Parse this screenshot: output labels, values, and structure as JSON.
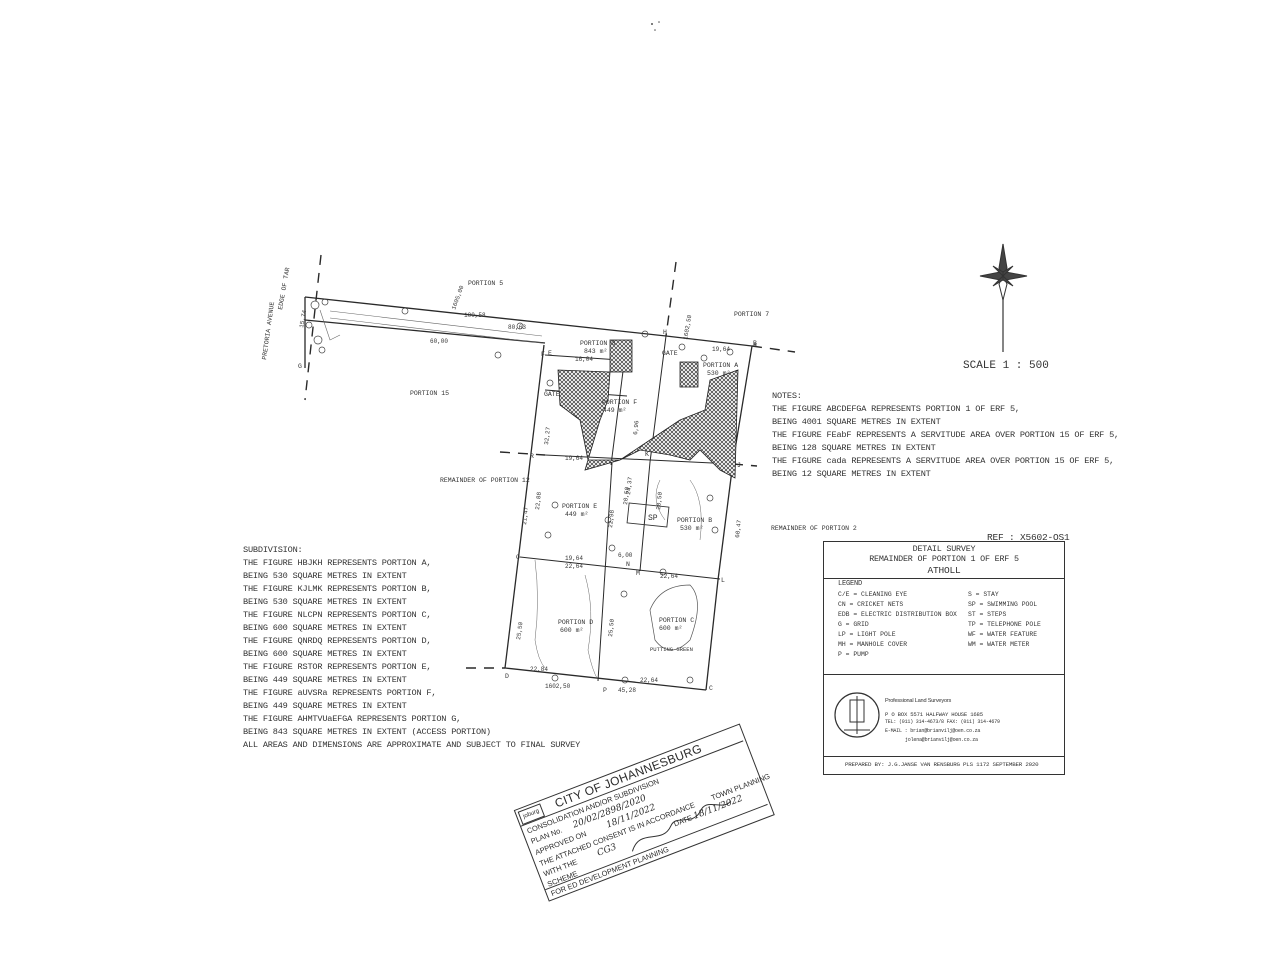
{
  "map": {
    "scale": "SCALE  1 : 500",
    "ref": "REF : X5602-OS1",
    "labels": {
      "portion5": "PORTION 5",
      "portion7": "PORTION 7",
      "portion15": "PORTION 15",
      "remainder12": "REMAINDER OF PORTION 12",
      "remainder2": "REMAINDER OF PORTION 2",
      "pretoria_avenue": "PRETORIA AVENUE",
      "edge_of_tar": "EDGE OF TAR",
      "portion_a": "PORTION A",
      "portion_a_area": "530 m²",
      "portion_b": "PORTION B",
      "portion_b_area": "530 m²",
      "portion_c": "PORTION C",
      "portion_c_area": "600 m²",
      "portion_d": "PORTION D",
      "portion_d_area": "600 m²",
      "portion_e": "PORTION E",
      "portion_e_area": "449 m²",
      "portion_f": "PORTION F",
      "portion_f_area": "449 m²",
      "portion_g": "PORTION G",
      "portion_g_area": "843 m²",
      "sp": "SP",
      "gate": "GATE",
      "putting_green": "PUTTING GREEN"
    },
    "dimensions": [
      "1605,00",
      "100,58",
      "80,63",
      "60,00",
      "1602,50",
      "19,64",
      "16,04",
      "19,64",
      "22,64",
      "19,64",
      "22,64",
      "22,84",
      "22,64",
      "6,00",
      "45,28",
      "1602,50",
      "25,50",
      "25,50",
      "22,88",
      "20,50",
      "20,50",
      "21,47",
      "22,98",
      "32,27",
      "24,37",
      "15,74",
      "60,47",
      "6,96"
    ],
    "points": [
      "A",
      "B",
      "C",
      "D",
      "E",
      "F",
      "G",
      "H",
      "J",
      "K",
      "L",
      "M",
      "N",
      "O",
      "P",
      "R"
    ]
  },
  "notes": {
    "heading": "NOTES:",
    "lines": [
      "THE FIGURE ABCDEFGA REPRESENTS PORTION 1 OF ERF 5,",
      "BEING 4001 SQUARE METRES IN EXTENT",
      "THE FIGURE FEabF REPRESENTS A SERVITUDE AREA OVER PORTION 15 OF ERF 5,",
      "BEING 128 SQUARE METRES IN EXTENT",
      "THE FIGURE cada REPRESENTS A SERVITUDE AREA OVER PORTION 15 OF ERF 5,",
      "BEING 12 SQUARE METRES IN EXTENT"
    ]
  },
  "subdivision": {
    "heading": "SUBDIVISION:",
    "lines": [
      "THE FIGURE HBJKH REPRESENTS PORTION A,",
      "BEING 530 SQUARE METRES IN EXTENT",
      "THE FIGURE KJLMK REPRESENTS PORTION B,",
      "BEING 530 SQUARE METRES IN EXTENT",
      "THE FIGURE NLCPN REPRESENTS PORTION C,",
      "BEING 600 SQUARE METRES IN EXTENT",
      "THE FIGURE QNRDQ REPRESENTS PORTION D,",
      "BEING 600 SQUARE METRES IN EXTENT",
      "THE FIGURE RSTOR REPRESENTS PORTION E,",
      "BEING 449 SQUARE METRES IN EXTENT",
      "THE FIGURE aUVSRa REPRESENTS PORTION F,",
      "BEING 449 SQUARE METRES IN EXTENT",
      "THE FIGURE AHMTVUaEFGA REPRESENTS PORTION G,",
      "BEING 843 SQUARE METRES IN EXTENT (ACCESS PORTION)",
      "ALL AREAS AND DIMENSIONS ARE APPROXIMATE AND SUBJECT TO FINAL SURVEY"
    ]
  },
  "title_block": {
    "line1": "DETAIL SURVEY",
    "line2": "REMAINDER OF PORTION 1 OF ERF 5",
    "line3": "ATHOLL",
    "legend_heading": "LEGEND",
    "legend_left": [
      "C/E = CLEANING EYE",
      "CN = CRICKET NETS",
      "EDB = ELECTRIC DISTRIBUTION BOX",
      "G = GRID",
      "LP = LIGHT POLE",
      "MH = MANHOLE COVER",
      "P = PUMP"
    ],
    "legend_right": [
      "S = STAY",
      "SP = SWIMMING POOL",
      "ST = STEPS",
      "TP = TELEPHONE POLE",
      "WF = WATER FEATURE",
      "WM = WATER METER"
    ],
    "firm_lines": [
      "Professional Land Surveyors",
      "P O BOX 5571   HALFWAY HOUSE   1685",
      "TEL: (011) 314-4673/8 FAX: (011) 314-4679",
      "E-MAIL : brian@brianvilj@oen.co.za",
      "jolena@brianvilj@oen.co.za"
    ],
    "prepared_by": "PREPARED BY: J.G.JANSE VAN RENSBURG  PLS 1172    SEPTEMBER  2020"
  },
  "stamp": {
    "title": "CITY OF JOHANNESBURG",
    "logo": "joburg",
    "line1": "CONSOLIDATION AND/OR SUBDIVISION",
    "plan_no_label": "PLAN No.",
    "plan_no_value": "20/02/2898/2020",
    "approved_on_label": "APPROVED ON",
    "approved_on_value": "18/11/2022",
    "line3": "THE ATTACHED CONSENT IS IN ACCORDANCE",
    "with_the_label": "WITH THE",
    "with_the_value": "CG3",
    "town_planning": "TOWN PLANNING",
    "scheme_label": "SCHEME",
    "date_label": "DATE",
    "date_value": "18/11/2022",
    "footer": "FOR ED DEVELOPMENT PLANNING"
  }
}
